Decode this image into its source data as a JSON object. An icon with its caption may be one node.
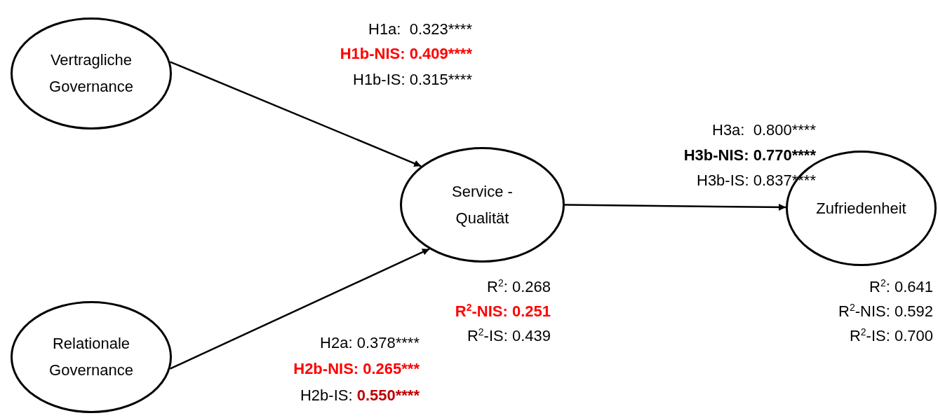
{
  "diagram": {
    "nodes": [
      {
        "text": [
          "Vertragliche Governance"
        ]
      },
      {
        "text": [
          "Service - Qualität"
        ]
      },
      {
        "text": [
          "Relationale Governance"
        ]
      },
      {
        "text": [
          "Zufriedenheit"
        ]
      }
    ],
    "edges": [
      {
        "from": 0,
        "to": 1,
        "arrow": "to"
      },
      {
        "from": 2,
        "to": 1,
        "arrow": "to"
      },
      {
        "from": 1,
        "to": 3,
        "arrow": "to"
      }
    ],
    "labels": [
      "H1a:  0.323****",
      "H1b-NIS: 0.409****",
      "H1b-IS: 0.315****",
      "H3a:  0.800****",
      "H3b-NIS: 0.770****",
      "H3b-IS: 0.837****",
      "R$^{2}$: 0.268",
      "R$^{2}$-NIS: 0.251",
      "R$^{2}$-IS: 0.439",
      "H2a: 0.378****",
      "H2b-NIS: 0.265***",
      "H2b-IS: 0.550****",
      "R$^{2}$: 0.641",
      "R$^{2}$-NIS: 0.592",
      "R$^{2}$-IS: 0.700"
    ]
  }
}
